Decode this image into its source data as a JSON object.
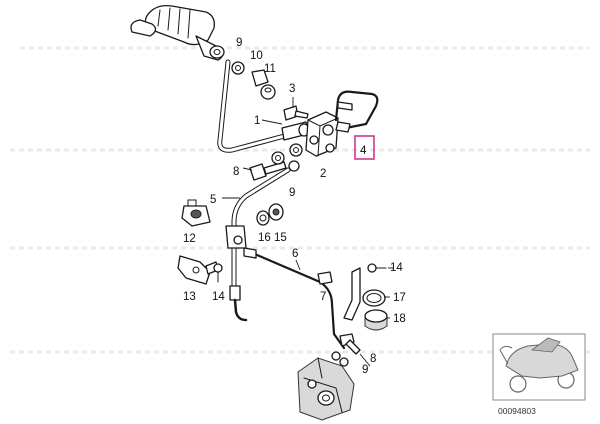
{
  "diagram": {
    "highlighted_part": "4",
    "reference_code": "00094803",
    "callouts": [
      {
        "id": "9a",
        "label": "9"
      },
      {
        "id": "10",
        "label": "10"
      },
      {
        "id": "11",
        "label": "11"
      },
      {
        "id": "3",
        "label": "3"
      },
      {
        "id": "1",
        "label": "1"
      },
      {
        "id": "4",
        "label": "4"
      },
      {
        "id": "8a",
        "label": "8"
      },
      {
        "id": "2",
        "label": "2"
      },
      {
        "id": "9b",
        "label": "9"
      },
      {
        "id": "5",
        "label": "5"
      },
      {
        "id": "12",
        "label": "12"
      },
      {
        "id": "16",
        "label": "16"
      },
      {
        "id": "15",
        "label": "15"
      },
      {
        "id": "6",
        "label": "6"
      },
      {
        "id": "14a",
        "label": "14"
      },
      {
        "id": "13",
        "label": "13"
      },
      {
        "id": "14b",
        "label": "14"
      },
      {
        "id": "7",
        "label": "7"
      },
      {
        "id": "17",
        "label": "17"
      },
      {
        "id": "18",
        "label": "18"
      },
      {
        "id": "8b",
        "label": "8"
      },
      {
        "id": "9c",
        "label": "9"
      }
    ]
  }
}
